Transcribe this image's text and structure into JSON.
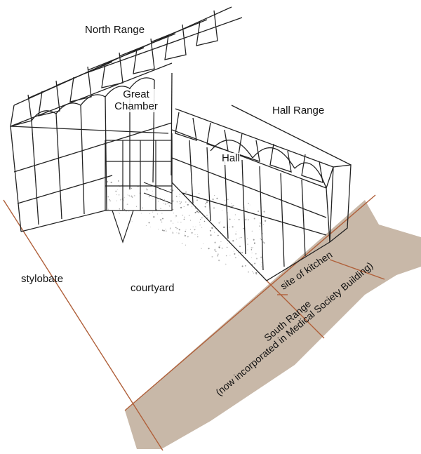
{
  "labels": {
    "north_range": "North Range",
    "great_chamber_line1": "Great",
    "great_chamber_line2": "Chamber",
    "hall_range": "Hall Range",
    "hall": "Hall",
    "stylobate": "stylobate",
    "courtyard": "courtyard",
    "site_of_kitchen": "site of kitchen",
    "south_range_line1": "South Range",
    "south_range_line2": "(now incorporated in Medical Society Building)"
  },
  "colors": {
    "south_range_fill": "#c8b8a8",
    "site_line": "#b0603a",
    "timber": "#222222",
    "paper": "#ffffff"
  }
}
